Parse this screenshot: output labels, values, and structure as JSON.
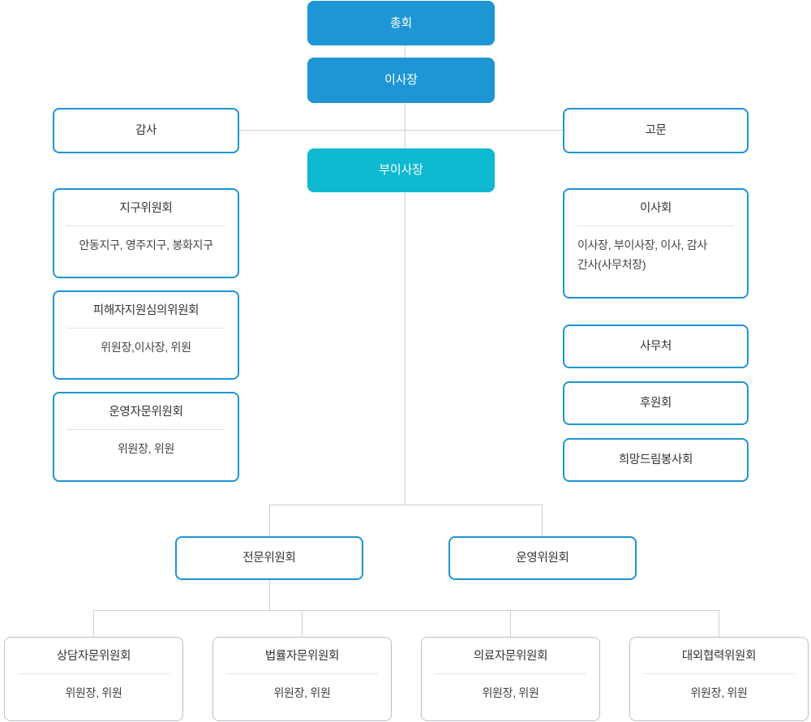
{
  "colors": {
    "primary_blue": "#1E95D4",
    "teal": "#0FB9D1",
    "outline_blue": "#1E95D4",
    "outline_gray": "#bcbfc4",
    "line_gray": "#cfcfcf",
    "title_text": "#333333",
    "body_text": "#444444"
  },
  "nodes": {
    "general_assembly": {
      "title": "총회"
    },
    "chairman": {
      "title": "이사장"
    },
    "vice_chairman": {
      "title": "부이사장"
    },
    "auditor": {
      "title": "감사"
    },
    "advisor": {
      "title": "고문"
    },
    "district_committee": {
      "title": "지구위원회",
      "body": "안동지구, 영주지구, 봉화지구"
    },
    "victim_support_review_committee": {
      "title": "피해자지원심의위원회",
      "body": "위원장,이사장, 위원"
    },
    "operation_advisory_committee": {
      "title": "운영자문위원회",
      "body": "위원장, 위원"
    },
    "board_of_directors": {
      "title": "이사회",
      "body_line1": "이사장, 부이사장, 이사, 감사",
      "body_line2": "간사(사무처장)"
    },
    "secretariat": {
      "title": "사무처"
    },
    "supporters_association": {
      "title": "후원회"
    },
    "hope_dream_volunteer_group": {
      "title": "희망드림봉사회"
    },
    "expert_committee": {
      "title": "전문위원회"
    },
    "steering_committee": {
      "title": "운영위원회"
    },
    "counseling_advisory_committee": {
      "title": "상담자문위원회",
      "body": "위원장, 위원"
    },
    "legal_advisory_committee": {
      "title": "법률자문위원회",
      "body": "위원장, 위원"
    },
    "medical_advisory_committee": {
      "title": "의료자문위원회",
      "body": "위원장, 위원"
    },
    "external_cooperation_committee": {
      "title": "대외협력위원회",
      "body": "위원장, 위원"
    }
  }
}
